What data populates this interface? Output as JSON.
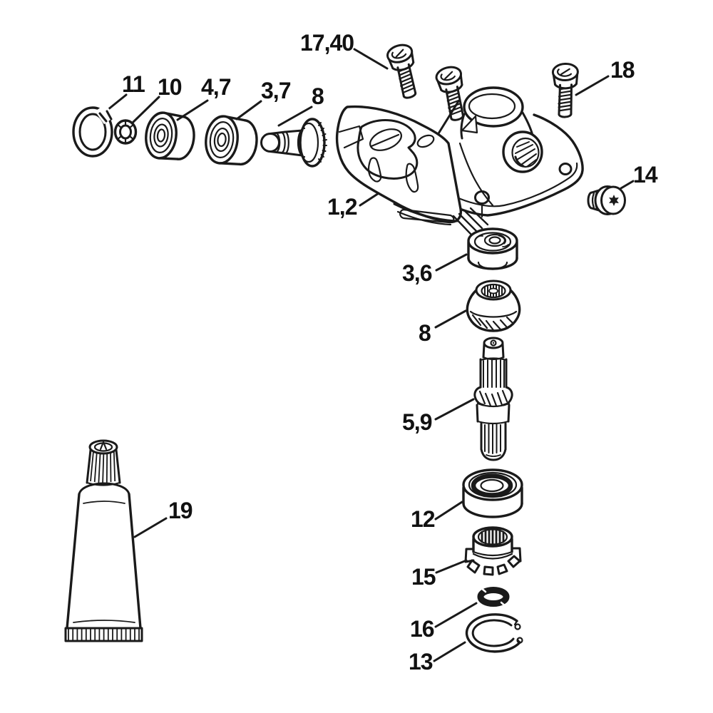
{
  "diagram": {
    "background_color": "#ffffff",
    "ink_color": "#1a1a1a",
    "labels": {
      "screws_cover": "17,40",
      "screw_18": "18",
      "snap_ring_11": "11",
      "washer_10": "10",
      "bearing_4_7": "4,7",
      "bearing_3_7": "3,7",
      "shaft_8": "8",
      "housing_1_2": "1,2",
      "plug_14": "14",
      "bearing_3_6": "3,6",
      "bevel_gear_8": "8",
      "shaft_5_9": "5,9",
      "bearing_12": "12",
      "gear_15": "15",
      "washer_16": "16",
      "snap_ring_13": "13",
      "tube_19": "19"
    }
  }
}
